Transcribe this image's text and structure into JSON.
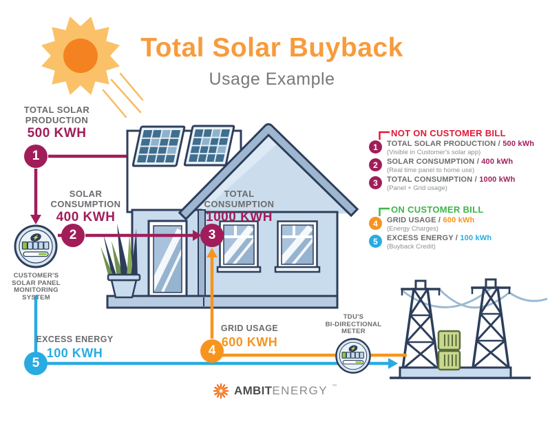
{
  "title": "Total Solar Buyback",
  "subtitle": "Usage Example",
  "flows": {
    "production": {
      "num": "1",
      "l1": "TOTAL SOLAR",
      "l2": "PRODUCTION",
      "value": "500 KWH"
    },
    "solar_consumption": {
      "num": "2",
      "l1": "SOLAR",
      "l2": "CONSUMPTION",
      "value": "400 KWH"
    },
    "total_consumption": {
      "num": "3",
      "l1": "TOTAL",
      "l2": "CONSUMPTION",
      "value": "1000 KWH"
    },
    "grid_usage": {
      "num": "4",
      "label": "GRID USAGE",
      "value": "600 KWH"
    },
    "excess_energy": {
      "num": "5",
      "label": "EXCESS ENERGY",
      "value": "100 KWH"
    }
  },
  "customer_meter": {
    "l1": "CUSTOMER'S",
    "l2": "SOLAR PANEL",
    "l3": "MONITORING",
    "l4": "SYSTEM"
  },
  "tdu_meter": {
    "l1": "TDU'S",
    "l2": "BI-DIRECTIONAL",
    "l3": "METER"
  },
  "legend": {
    "not_on_bill": {
      "heading": "NOT ON CUSTOMER BILL",
      "items": [
        {
          "num": "1",
          "label": "TOTAL SOLAR PRODUCTION /",
          "value": "500 kWh",
          "note": "(Visible in Customer's solar app)"
        },
        {
          "num": "2",
          "label": "SOLAR CONSUMPTION /",
          "value": "400 kWh",
          "note": "(Real time panel to home use)"
        },
        {
          "num": "3",
          "label": "TOTAL CONSUMPTION /",
          "value": "1000 kWh",
          "note": "(Panel + Grid usage)"
        }
      ]
    },
    "on_bill": {
      "heading": "ON CUSTOMER BILL",
      "items": [
        {
          "num": "4",
          "label": "GRID USAGE /",
          "value": "600 kWh",
          "note": "(Energy Charges)"
        },
        {
          "num": "5",
          "label": "EXCESS ENERGY /",
          "value": "100 kWh",
          "note": "(Buyback Credit)"
        }
      ]
    }
  },
  "logo": {
    "brand_bold": "AMBIT",
    "brand_light": "ENERGY",
    "tm": "™"
  },
  "colors": {
    "maroon": "#A01D5A",
    "red": "#E21836",
    "green": "#3DB54A",
    "orange": "#F7941E",
    "blue": "#29ABE2",
    "title_orange": "#F89B3C"
  }
}
